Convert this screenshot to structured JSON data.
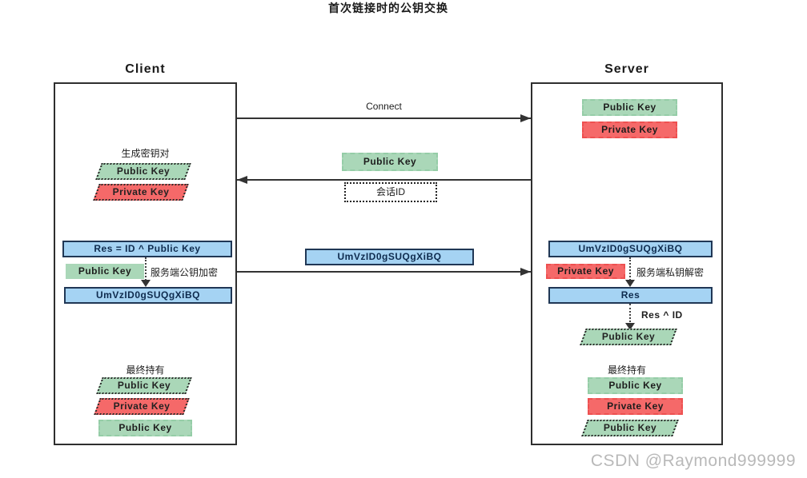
{
  "title": "首次链接时的公钥交换",
  "watermark": "CSDN @Raymond999999",
  "colors": {
    "key_green": "#aad7b8",
    "key_red": "#f56969",
    "cipher_blue_fill": "#a5d3f3",
    "cipher_blue_border": "#203755",
    "line": "#333333",
    "watermark_gray": "#b9b9b9"
  },
  "client": {
    "title": "Client",
    "keygen_label": "生成密钥对",
    "public_key": "Public Key",
    "private_key": "Private Key",
    "res_formula": "Res = ID ^ Public Key",
    "encrypt_key_label": "Public Key",
    "encrypt_note": "服务端公钥加密",
    "cipher_text": "UmVzID0gSUQgXiBQ",
    "final_label": "最终持有",
    "final_key_1": "Public Key",
    "final_key_2": "Private Key",
    "final_key_3": "Public Key"
  },
  "server": {
    "title": "Server",
    "public_key": "Public Key",
    "private_key": "Private Key",
    "cipher_text": "UmVzID0gSUQgXiBQ",
    "decrypt_key_label": "Private Key",
    "decrypt_note": "服务端私钥解密",
    "res_label": "Res",
    "xor_note": "Res ^ ID",
    "derived_key": "Public Key",
    "final_label": "最终持有",
    "final_key_1": "Public Key",
    "final_key_2": "Private Key",
    "final_key_3": "Public Key"
  },
  "messages": {
    "connect": "Connect",
    "public_key": "Public Key",
    "session_id": "会话ID",
    "cipher": "UmVzID0gSUQgXiBQ"
  }
}
